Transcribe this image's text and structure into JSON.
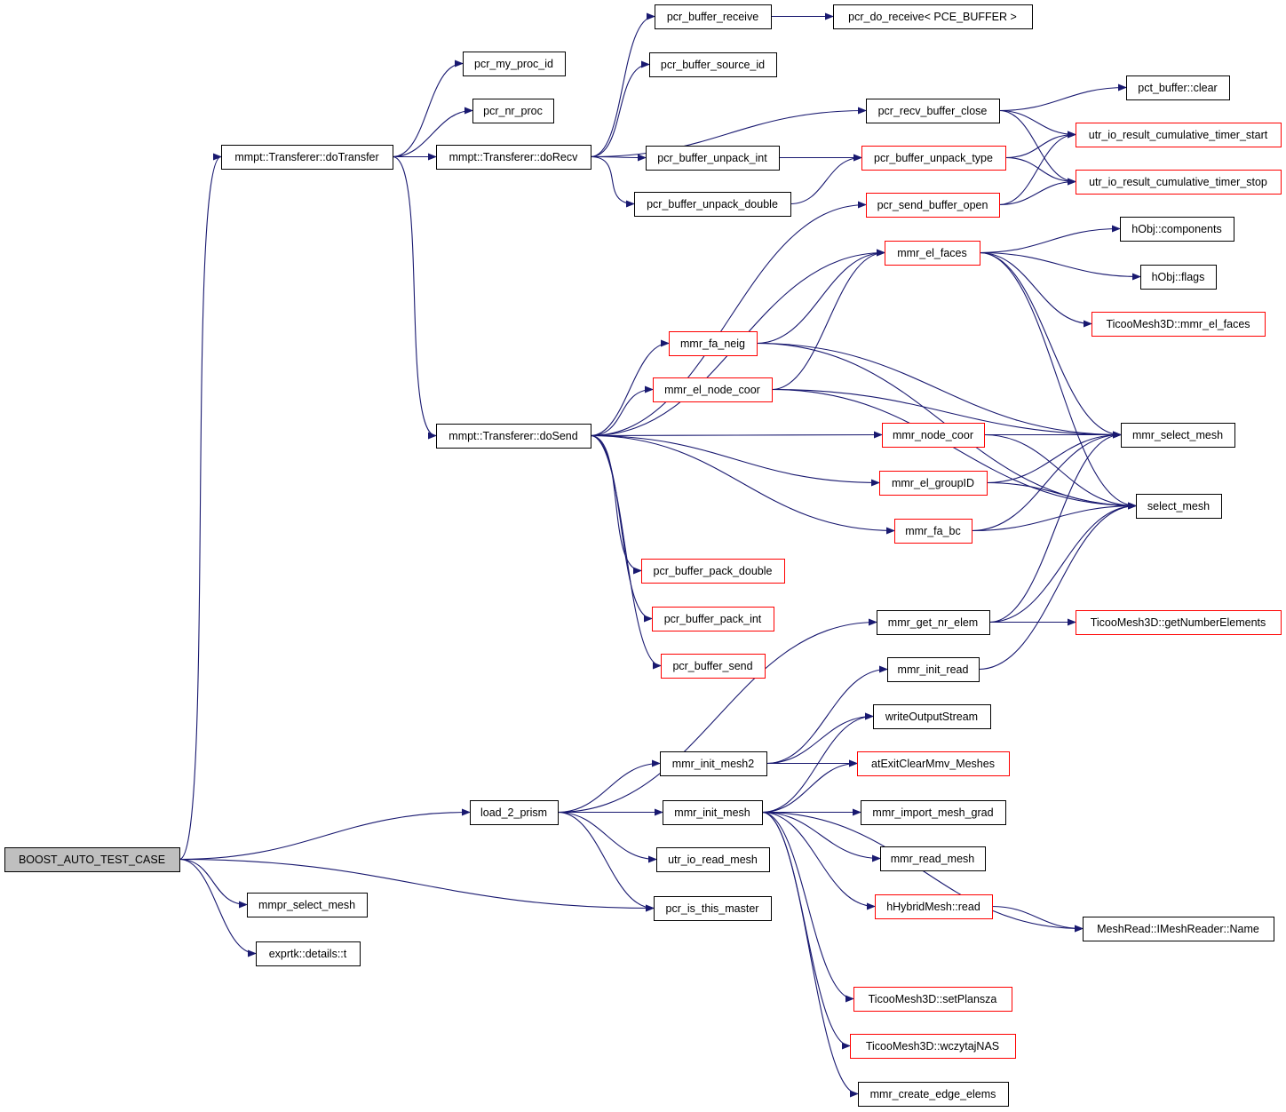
{
  "colors": {
    "edge": "#191970",
    "node_border_black": "#000000",
    "node_border_red": "#ff0000",
    "node_fill": "#ffffff",
    "root_fill": "#bfbfbf"
  },
  "graph": {
    "nodes": [
      {
        "id": "boost",
        "label": "BOOST_AUTO_TEST_CASE",
        "border": "black",
        "root": true
      },
      {
        "id": "doTransfer",
        "label": "mmpt::Transferer::doTransfer",
        "border": "black"
      },
      {
        "id": "my_proc_id",
        "label": "pcr_my_proc_id",
        "border": "black"
      },
      {
        "id": "nr_proc",
        "label": "pcr_nr_proc",
        "border": "black"
      },
      {
        "id": "doRecv",
        "label": "mmpt::Transferer::doRecv",
        "border": "black"
      },
      {
        "id": "buffer_receive",
        "label": "pcr_buffer_receive",
        "border": "black"
      },
      {
        "id": "do_receive",
        "label": "pcr_do_receive< PCE_BUFFER >",
        "border": "black"
      },
      {
        "id": "buffer_source_id",
        "label": "pcr_buffer_source_id",
        "border": "black"
      },
      {
        "id": "recv_buffer_close",
        "label": "pcr_recv_buffer_close",
        "border": "black"
      },
      {
        "id": "pct_clear",
        "label": "pct_buffer::clear",
        "border": "black"
      },
      {
        "id": "timer_start",
        "label": "utr_io_result_cumulative_timer_start",
        "border": "red"
      },
      {
        "id": "timer_stop",
        "label": "utr_io_result_cumulative_timer_stop",
        "border": "red"
      },
      {
        "id": "unpack_int",
        "label": "pcr_buffer_unpack_int",
        "border": "black"
      },
      {
        "id": "unpack_type",
        "label": "pcr_buffer_unpack_type",
        "border": "red"
      },
      {
        "id": "unpack_double",
        "label": "pcr_buffer_unpack_double",
        "border": "black"
      },
      {
        "id": "send_buffer_open",
        "label": "pcr_send_buffer_open",
        "border": "red"
      },
      {
        "id": "hobj_components",
        "label": "hObj::components",
        "border": "black"
      },
      {
        "id": "el_faces",
        "label": "mmr_el_faces",
        "border": "red"
      },
      {
        "id": "hobj_flags",
        "label": "hObj::flags",
        "border": "black"
      },
      {
        "id": "ticoo_el_faces",
        "label": "TicooMesh3D::mmr_el_faces",
        "border": "red"
      },
      {
        "id": "fa_neig",
        "label": "mmr_fa_neig",
        "border": "red"
      },
      {
        "id": "el_node_coor",
        "label": "mmr_el_node_coor",
        "border": "red"
      },
      {
        "id": "doSend",
        "label": "mmpt::Transferer::doSend",
        "border": "black"
      },
      {
        "id": "node_coor",
        "label": "mmr_node_coor",
        "border": "red"
      },
      {
        "id": "mmr_select_mesh",
        "label": "mmr_select_mesh",
        "border": "black"
      },
      {
        "id": "el_groupID",
        "label": "mmr_el_groupID",
        "border": "red"
      },
      {
        "id": "select_mesh",
        "label": "select_mesh",
        "border": "black"
      },
      {
        "id": "fa_bc",
        "label": "mmr_fa_bc",
        "border": "red"
      },
      {
        "id": "pack_double",
        "label": "pcr_buffer_pack_double",
        "border": "red"
      },
      {
        "id": "pack_int",
        "label": "pcr_buffer_pack_int",
        "border": "red"
      },
      {
        "id": "buffer_send",
        "label": "pcr_buffer_send",
        "border": "red"
      },
      {
        "id": "get_nr_elem",
        "label": "mmr_get_nr_elem",
        "border": "black"
      },
      {
        "id": "ticoo_getnum",
        "label": "TicooMesh3D::getNumberElements",
        "border": "red"
      },
      {
        "id": "init_read",
        "label": "mmr_init_read",
        "border": "black"
      },
      {
        "id": "writeOutput",
        "label": "writeOutputStream",
        "border": "black"
      },
      {
        "id": "init_mesh2",
        "label": "mmr_init_mesh2",
        "border": "black"
      },
      {
        "id": "atExit",
        "label": "atExitClearMmv_Meshes",
        "border": "red"
      },
      {
        "id": "load_2_prism",
        "label": "load_2_prism",
        "border": "black"
      },
      {
        "id": "init_mesh",
        "label": "mmr_init_mesh",
        "border": "black"
      },
      {
        "id": "import_grad",
        "label": "mmr_import_mesh_grad",
        "border": "black"
      },
      {
        "id": "read_mesh",
        "label": "mmr_read_mesh",
        "border": "black"
      },
      {
        "id": "utr_read_mesh",
        "label": "utr_io_read_mesh",
        "border": "black"
      },
      {
        "id": "mmpr_select_mesh",
        "label": "mmpr_select_mesh",
        "border": "black"
      },
      {
        "id": "is_this_master",
        "label": "pcr_is_this_master",
        "border": "black"
      },
      {
        "id": "hybrid_read",
        "label": "hHybridMesh::read",
        "border": "red"
      },
      {
        "id": "imesh_name",
        "label": "MeshRead::IMeshReader::Name",
        "border": "black"
      },
      {
        "id": "exprtk_t",
        "label": "exprtk::details::t",
        "border": "black"
      },
      {
        "id": "setplansza",
        "label": "TicooMesh3D::setPlansza",
        "border": "red"
      },
      {
        "id": "wczytaj",
        "label": "TicooMesh3D::wczytajNAS",
        "border": "red"
      },
      {
        "id": "edge_elems",
        "label": "mmr_create_edge_elems",
        "border": "black"
      }
    ],
    "edges": [
      [
        "boost",
        "doTransfer"
      ],
      [
        "boost",
        "load_2_prism"
      ],
      [
        "boost",
        "mmpr_select_mesh"
      ],
      [
        "boost",
        "exprtk_t"
      ],
      [
        "boost",
        "is_this_master"
      ],
      [
        "doTransfer",
        "my_proc_id"
      ],
      [
        "doTransfer",
        "nr_proc"
      ],
      [
        "doTransfer",
        "doRecv"
      ],
      [
        "doTransfer",
        "doSend"
      ],
      [
        "doRecv",
        "buffer_receive"
      ],
      [
        "doRecv",
        "buffer_source_id"
      ],
      [
        "doRecv",
        "recv_buffer_close"
      ],
      [
        "doRecv",
        "unpack_int"
      ],
      [
        "doRecv",
        "unpack_double"
      ],
      [
        "buffer_receive",
        "do_receive"
      ],
      [
        "recv_buffer_close",
        "pct_clear"
      ],
      [
        "recv_buffer_close",
        "timer_start"
      ],
      [
        "recv_buffer_close",
        "timer_stop"
      ],
      [
        "unpack_int",
        "unpack_type"
      ],
      [
        "unpack_double",
        "unpack_type"
      ],
      [
        "unpack_type",
        "timer_start"
      ],
      [
        "unpack_type",
        "timer_stop"
      ],
      [
        "send_buffer_open",
        "timer_start"
      ],
      [
        "send_buffer_open",
        "timer_stop"
      ],
      [
        "doSend",
        "send_buffer_open"
      ],
      [
        "doSend",
        "el_faces"
      ],
      [
        "doSend",
        "fa_neig"
      ],
      [
        "doSend",
        "el_node_coor"
      ],
      [
        "doSend",
        "node_coor"
      ],
      [
        "doSend",
        "el_groupID"
      ],
      [
        "doSend",
        "fa_bc"
      ],
      [
        "doSend",
        "pack_double"
      ],
      [
        "doSend",
        "pack_int"
      ],
      [
        "doSend",
        "buffer_send"
      ],
      [
        "el_faces",
        "hobj_components"
      ],
      [
        "el_faces",
        "hobj_flags"
      ],
      [
        "el_faces",
        "ticoo_el_faces"
      ],
      [
        "el_faces",
        "mmr_select_mesh"
      ],
      [
        "el_faces",
        "select_mesh"
      ],
      [
        "fa_neig",
        "el_faces"
      ],
      [
        "fa_neig",
        "mmr_select_mesh"
      ],
      [
        "fa_neig",
        "select_mesh"
      ],
      [
        "el_node_coor",
        "el_faces"
      ],
      [
        "el_node_coor",
        "mmr_select_mesh"
      ],
      [
        "el_node_coor",
        "select_mesh"
      ],
      [
        "node_coor",
        "mmr_select_mesh"
      ],
      [
        "node_coor",
        "select_mesh"
      ],
      [
        "el_groupID",
        "mmr_select_mesh"
      ],
      [
        "el_groupID",
        "select_mesh"
      ],
      [
        "fa_bc",
        "mmr_select_mesh"
      ],
      [
        "fa_bc",
        "select_mesh"
      ],
      [
        "get_nr_elem",
        "ticoo_getnum"
      ],
      [
        "get_nr_elem",
        "mmr_select_mesh"
      ],
      [
        "get_nr_elem",
        "select_mesh"
      ],
      [
        "init_read",
        "select_mesh"
      ],
      [
        "load_2_prism",
        "get_nr_elem"
      ],
      [
        "load_2_prism",
        "init_mesh2"
      ],
      [
        "load_2_prism",
        "init_mesh"
      ],
      [
        "load_2_prism",
        "utr_read_mesh"
      ],
      [
        "load_2_prism",
        "is_this_master"
      ],
      [
        "init_mesh2",
        "init_read"
      ],
      [
        "init_mesh2",
        "writeOutput"
      ],
      [
        "init_mesh2",
        "atExit"
      ],
      [
        "init_mesh",
        "writeOutput"
      ],
      [
        "init_mesh",
        "atExit"
      ],
      [
        "init_mesh",
        "import_grad"
      ],
      [
        "init_mesh",
        "read_mesh"
      ],
      [
        "init_mesh",
        "hybrid_read"
      ],
      [
        "init_mesh",
        "imesh_name"
      ],
      [
        "init_mesh",
        "setplansza"
      ],
      [
        "init_mesh",
        "wczytaj"
      ],
      [
        "init_mesh",
        "edge_elems"
      ],
      [
        "hybrid_read",
        "imesh_name"
      ]
    ]
  }
}
